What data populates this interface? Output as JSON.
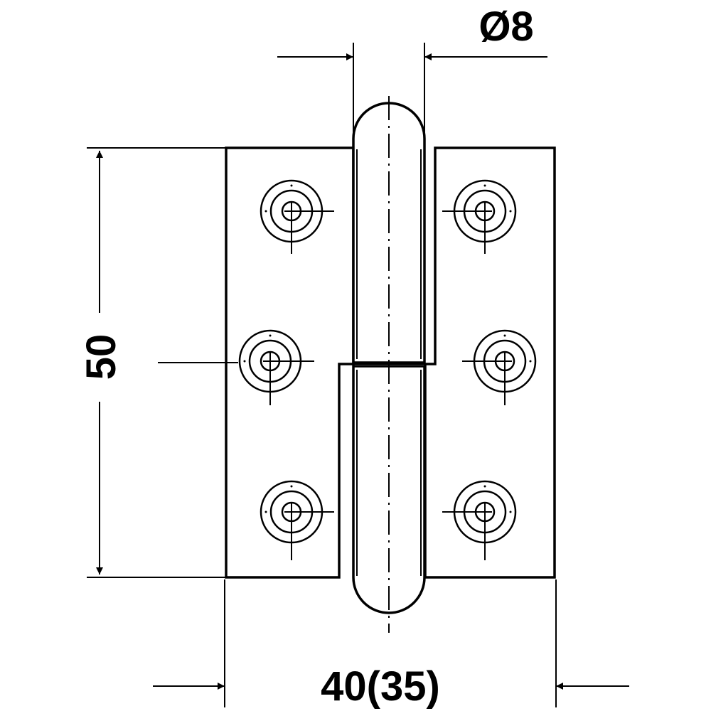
{
  "drawing": {
    "dimensions": {
      "pin_diameter": "Ø8",
      "height": "50",
      "width": "40(35)"
    },
    "colors": {
      "line": "#000000",
      "background": "#ffffff"
    }
  }
}
